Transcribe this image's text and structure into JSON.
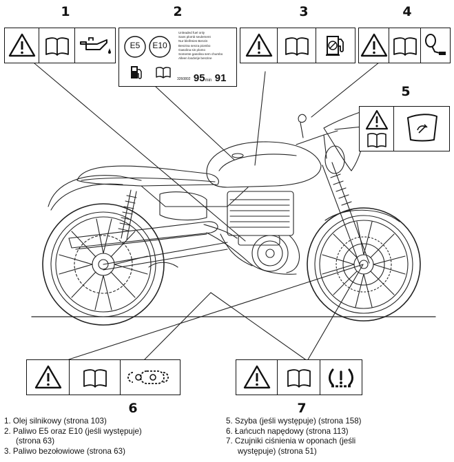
{
  "callouts": {
    "n1": "1",
    "n2": "2",
    "n3": "3",
    "n4": "4",
    "n5": "5",
    "n6": "6",
    "n7": "7"
  },
  "fuel_label": {
    "e5": "E5",
    "e10": "E10",
    "fine_print": [
      "Unleaded fuel only",
      "Sans plomb seulement",
      "Nur bleifreies Benzin",
      "Benzina senza piombo",
      "Gasolina sin plomo",
      "Somente gasolina sem chumbo",
      "Alleen loodvrije benzine"
    ],
    "part_no": "3260802",
    "octane_main": "95",
    "octane_min": "min",
    "octane_alt": "91"
  },
  "icons": {
    "warning": "warning-triangle-icon",
    "manual": "open-book-icon",
    "oil": "oil-can-icon",
    "fuel_pump": "fuel-pump-icon",
    "no_fuel": "fuel-nozzle-prohibited-icon",
    "mirror": "mirror-icon",
    "windscreen": "windscreen-icon",
    "chain": "drive-chain-icon",
    "tpms": "tyre-pressure-icon"
  },
  "legend": {
    "left": [
      {
        "text": "1.  Olej silnikowy (strona 103)"
      },
      {
        "text": "2.  Paliwo E5 oraz E10 (jeśli występuje)"
      },
      {
        "text": "(strona 63)",
        "cont": true
      },
      {
        "text": "3.  Paliwo bezołowiowe (strona 63)"
      }
    ],
    "right": [
      {
        "text": "5.  Szyba (jeśli występuje) (strona 158)"
      },
      {
        "text": "6.  Łańcuch napędowy (strona 113)"
      },
      {
        "text": "7.  Czujniki ciśnienia w oponach (jeśli"
      },
      {
        "text": "występuje) (strona 51)",
        "cont": true
      }
    ]
  }
}
